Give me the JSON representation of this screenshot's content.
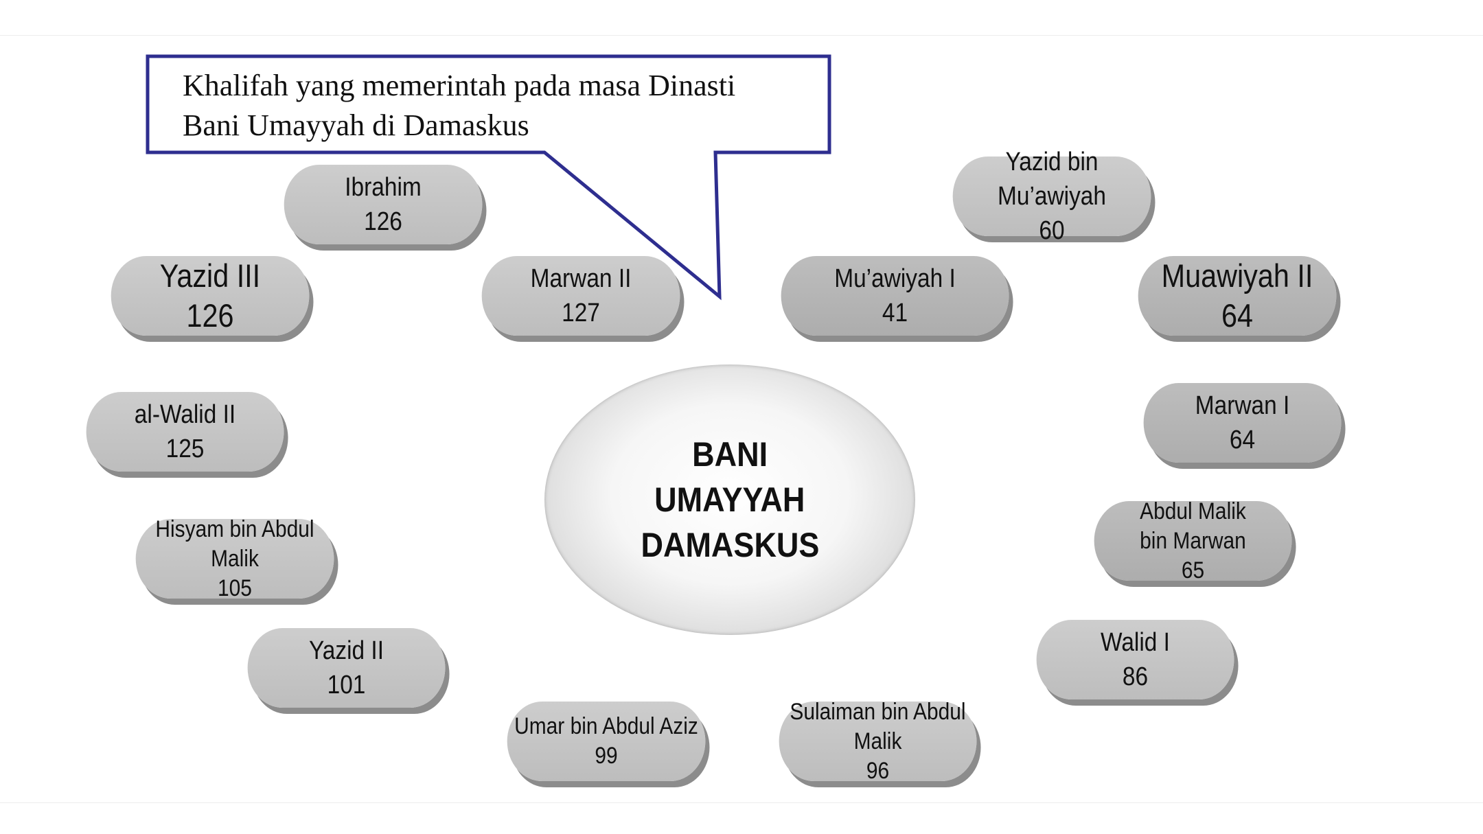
{
  "callout": {
    "line1": "Khalifah yang memerintah pada masa Dinasti",
    "line2": "Bani Umayyah di  Damaskus"
  },
  "center": {
    "line1": "BANI",
    "line2": "UMAYYAH",
    "line3": "DAMASKUS"
  },
  "caliphs": [
    {
      "lines": [
        "Yazid bin",
        "Mu’awiyah",
        "60"
      ]
    },
    {
      "lines": [
        "Mu’awiyah I",
        "41"
      ]
    },
    {
      "lines": [
        "Muawiyah II",
        "64"
      ]
    },
    {
      "lines": [
        "Marwan I",
        "64"
      ]
    },
    {
      "lines": [
        "Abdul Malik",
        "bin Marwan",
        "65"
      ]
    },
    {
      "lines": [
        "Walid I",
        "86"
      ]
    },
    {
      "lines": [
        "Sulaiman bin Abdul",
        "Malik",
        "96"
      ]
    },
    {
      "lines": [
        "Umar bin Abdul Aziz",
        "99"
      ]
    },
    {
      "lines": [
        "Yazid II",
        "101"
      ]
    },
    {
      "lines": [
        "Hisyam bin Abdul",
        "Malik",
        "105"
      ]
    },
    {
      "lines": [
        "al-Walid II",
        "125"
      ]
    },
    {
      "lines": [
        "Yazid III",
        "126"
      ]
    },
    {
      "lines": [
        "Ibrahim",
        "126"
      ]
    },
    {
      "lines": [
        "Marwan II",
        "127"
      ]
    }
  ],
  "colors": {
    "callout_border": "#2e2e8f",
    "pill_fill": "#c4c4c4",
    "pill_shadow": "#8c8c8c"
  }
}
